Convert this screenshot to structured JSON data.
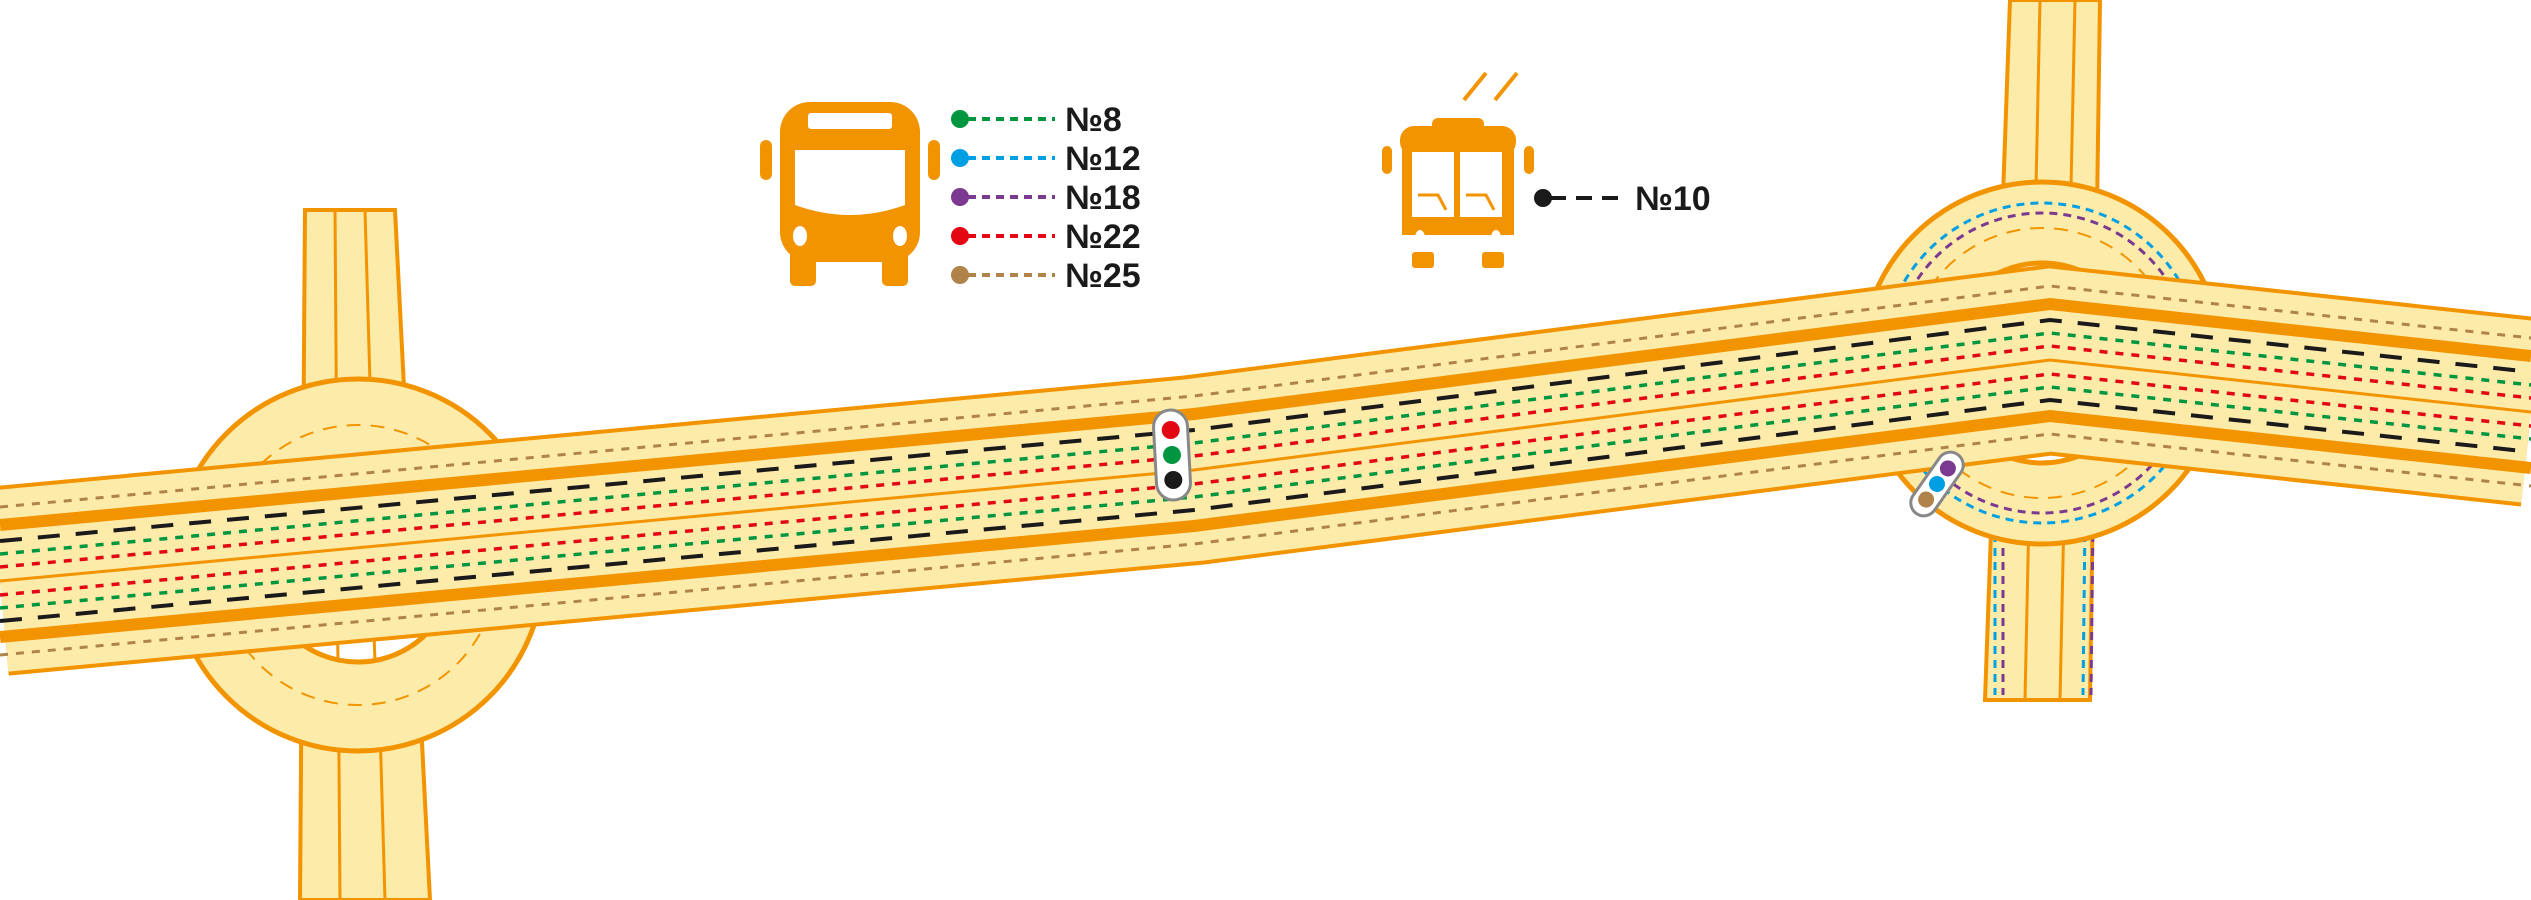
{
  "colors": {
    "road_fill": "#FDEBAA",
    "road_edge": "#F29400",
    "icon": "#F29400",
    "route_8": "#009640",
    "route_12": "#009FE3",
    "route_18": "#7B3A8F",
    "route_22": "#E30613",
    "route_25": "#B0834A",
    "route_10": "#1A1A1A"
  },
  "legend": {
    "bus": {
      "icon": "bus-icon",
      "routes": [
        {
          "label": "№8",
          "color": "#009640"
        },
        {
          "label": "№12",
          "color": "#009FE3"
        },
        {
          "label": "№18",
          "color": "#7B3A8F"
        },
        {
          "label": "№22",
          "color": "#E30613"
        },
        {
          "label": "№25",
          "color": "#B0834A"
        }
      ]
    },
    "trolleybus": {
      "icon": "trolleybus-icon",
      "routes": [
        {
          "label": "№10",
          "color": "#1A1A1A"
        }
      ]
    }
  },
  "stops": [
    {
      "name": "stop-main",
      "routes": [
        "№22",
        "№8",
        "№10"
      ]
    },
    {
      "name": "stop-roundabout",
      "routes": [
        "№18",
        "№12",
        "№25"
      ]
    }
  ]
}
